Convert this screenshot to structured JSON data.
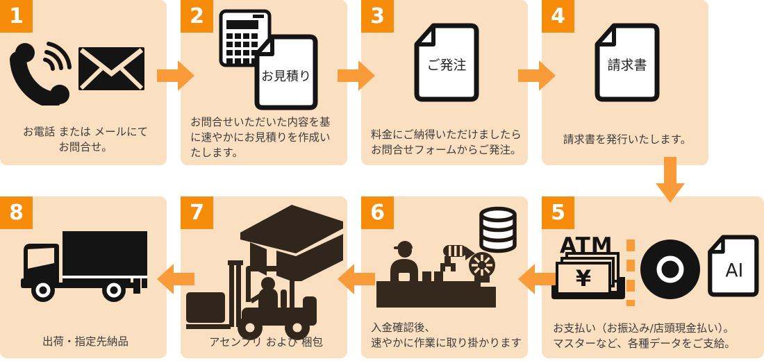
{
  "colors": {
    "page_bg": "#FFFFFF",
    "box_bg": "#FBDFC1",
    "badge_orange": "#F78C0A",
    "arrow_orange": "#F89B38",
    "caption_text": "#3C3C3C",
    "icon_black": "#141414",
    "icon_brown": "#35281C"
  },
  "flow": {
    "steps": [
      {
        "number": "1",
        "icons": [
          "phone-icon",
          "sound-waves-icon",
          "mail-icon"
        ],
        "caption_lines": [
          "お電話 または メールにて",
          "お問合せ。"
        ]
      },
      {
        "number": "2",
        "icons": [
          "calculator-icon",
          "estimate-document-icon"
        ],
        "doc_label": "お見積り",
        "caption_lines": [
          "お問合せいただいた内容を基",
          "に速やかにお見積りを作成い",
          "たします。"
        ]
      },
      {
        "number": "3",
        "icons": [
          "order-document-icon"
        ],
        "doc_label": "ご発注",
        "caption_lines": [
          "料金にご納得いただけましたら",
          "お問合せフォームからご発注。"
        ]
      },
      {
        "number": "4",
        "icons": [
          "invoice-document-icon"
        ],
        "doc_label": "請求書",
        "caption_lines": [
          "請求書を発行いたします。"
        ]
      },
      {
        "number": "5",
        "icons": [
          "atm-banknotes-icon",
          "dashed-separator",
          "cd-icon",
          "ai-file-icon"
        ],
        "atm_label": "ATM",
        "yen_symbol": "¥",
        "file_label": "AI",
        "caption_lines": [
          "お支払い（お振込み/店頭現金払い）。",
          "マスターなど、各種データをご支給。"
        ]
      },
      {
        "number": "6",
        "icons": [
          "database-icon",
          "worker-icon",
          "parts-boxes-icon",
          "robot-arm-icon",
          "gear-icon",
          "workbench-icon"
        ],
        "caption_lines": [
          "入金確認後、",
          "速やかに作業に取り掛かります"
        ]
      },
      {
        "number": "7",
        "icons": [
          "warehouse-icon",
          "forklift-icon"
        ],
        "caption_lines": [
          "アセンブリ および 梱包"
        ]
      },
      {
        "number": "8",
        "icons": [
          "truck-icon"
        ],
        "caption_lines": [
          "出荷・指定先納品"
        ]
      }
    ]
  }
}
